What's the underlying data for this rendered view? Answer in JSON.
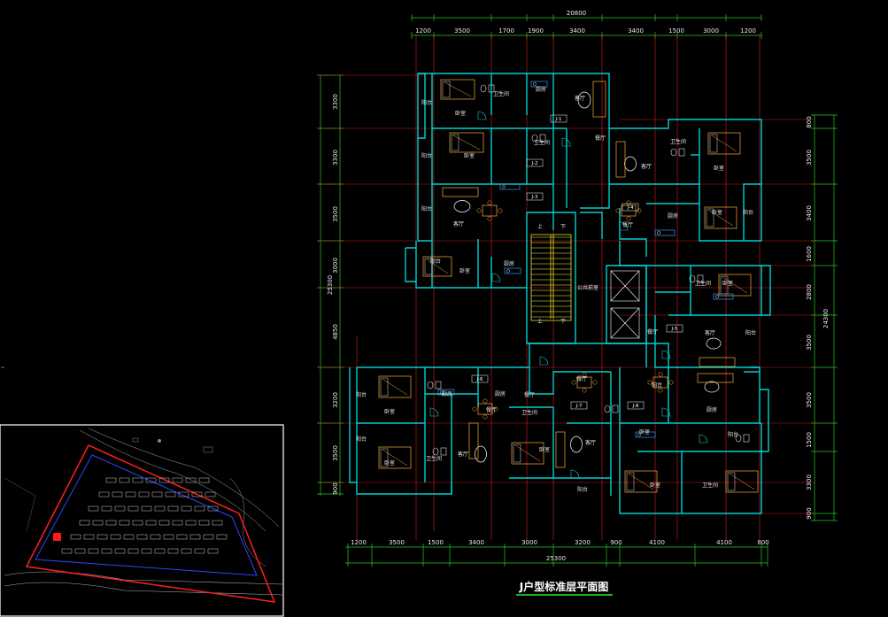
{
  "drawing": {
    "title": "J户型标准层平面图",
    "colors": {
      "background": "#000000",
      "wall": "#00d0d0",
      "axis": "#ff2020",
      "dimension": "#22cc22",
      "furniture": "#ffaa33",
      "fixture": "#e0e0e0",
      "stair": "#ffff33",
      "title_underline": "#22cc22"
    },
    "top_total": "20800",
    "top_dims": [
      "1200",
      "3500",
      "1700",
      "1900",
      "3400",
      "3400",
      "1500",
      "3000",
      "1200"
    ],
    "bottom_total": "25300",
    "bottom_dims": [
      "1200",
      "3500",
      "1500",
      "3400",
      "3000",
      "3200",
      "900",
      "4100",
      "4100",
      "800"
    ],
    "left_total": "25300",
    "left_dims": [
      "3300",
      "3300",
      "3500",
      "3000",
      "4850",
      "3200",
      "3500",
      "900"
    ],
    "right_total": "24300",
    "right_dims": [
      "800",
      "3500",
      "3400",
      "1600",
      "2800",
      "3500",
      "3500",
      "1500",
      "3300",
      "900"
    ],
    "rooms": [
      {
        "label": "阳台"
      },
      {
        "label": "卧室"
      },
      {
        "label": "卫生间"
      },
      {
        "label": "厨房"
      },
      {
        "label": "客厅"
      },
      {
        "label": "阳台"
      },
      {
        "label": "卧室"
      },
      {
        "label": "卫生间"
      },
      {
        "label": "餐厅"
      },
      {
        "label": "阳台"
      },
      {
        "label": "客厅"
      },
      {
        "label": "阳台"
      },
      {
        "label": "卧室"
      },
      {
        "label": "厨房"
      },
      {
        "label": "客厅"
      },
      {
        "label": "餐厅"
      },
      {
        "label": "卫生间"
      },
      {
        "label": "卧室"
      },
      {
        "label": "厨房"
      },
      {
        "label": "卧室"
      },
      {
        "label": "阳台"
      },
      {
        "label": "公共前室"
      },
      {
        "label": "上"
      },
      {
        "label": "下"
      },
      {
        "label": "上"
      },
      {
        "label": "下"
      },
      {
        "label": "卫生间"
      },
      {
        "label": "卧室"
      },
      {
        "label": "餐厅"
      },
      {
        "label": "客厅"
      },
      {
        "label": "阳台"
      },
      {
        "label": "阳台"
      },
      {
        "label": "卧室"
      },
      {
        "label": "厨房"
      },
      {
        "label": "餐厅"
      },
      {
        "label": "阳台"
      },
      {
        "label": "卧室"
      },
      {
        "label": "卫生间"
      },
      {
        "label": "客厅"
      },
      {
        "label": "厨房"
      },
      {
        "label": "餐厅"
      },
      {
        "label": "卫生间"
      },
      {
        "label": "卧室"
      },
      {
        "label": "阳台"
      },
      {
        "label": "餐厅"
      },
      {
        "label": "客厅"
      },
      {
        "label": "阳台"
      },
      {
        "label": "厨房"
      },
      {
        "label": "卧室"
      },
      {
        "label": "卧室"
      },
      {
        "label": "卫生间"
      },
      {
        "label": "阳台"
      }
    ],
    "unit_tags": [
      "J-1",
      "J-2",
      "J-3",
      "J-4",
      "J-5",
      "J-6",
      "J-7",
      "J-8"
    ]
  }
}
